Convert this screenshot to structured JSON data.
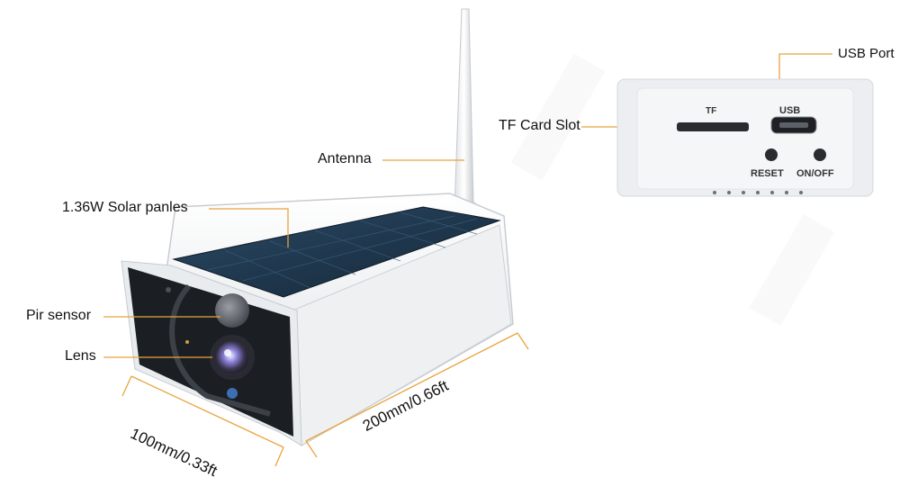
{
  "labels": {
    "antenna": "Antenna",
    "solar": "1.36W Solar panles",
    "pir": "Pir sensor",
    "lens": "Lens",
    "tf_slot": "TF Card Slot",
    "usb_port": "USB Port"
  },
  "dimensions": {
    "width": "100mm/0.33ft",
    "length": "200mm/0.66ft"
  },
  "panel": {
    "tf": "TF",
    "usb": "USB",
    "reset": "RESET",
    "onoff": "ON/OFF"
  },
  "colors": {
    "callout_line": "#e8a33c",
    "solar_panel": "#1f3b52",
    "camera_face": "#1b1f24"
  }
}
